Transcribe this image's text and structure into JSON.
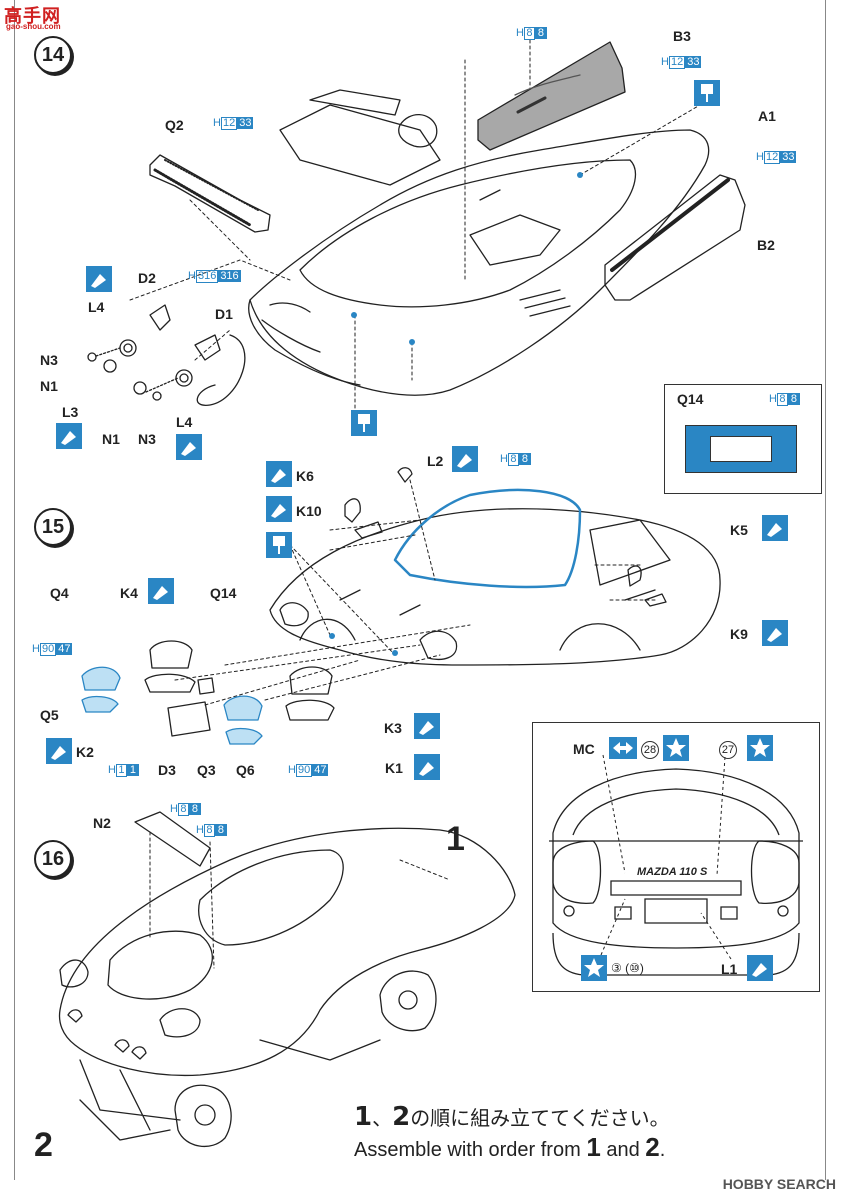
{
  "logo": {
    "text": "高手网",
    "sub": "gao-shou.com"
  },
  "steps": {
    "s14": "14",
    "s15": "15",
    "s16": "16"
  },
  "colors": {
    "accent": "#2a86c4",
    "ink": "#222222",
    "panel": "#a8a8a8"
  },
  "step14": {
    "labels": {
      "b3": "B3",
      "a1": "A1",
      "b2": "B2",
      "q2": "Q2",
      "d2": "D2",
      "d1": "D1",
      "l4a": "L4",
      "l4b": "L4",
      "n3a": "N3",
      "n3b": "N3",
      "n1a": "N1",
      "n1b": "N1",
      "l3": "L3"
    },
    "refs": {
      "top": {
        "prefix": "H",
        "a": "8",
        "b": "8"
      },
      "b3": {
        "prefix": "H",
        "a": "12",
        "b": "33"
      },
      "q2": {
        "prefix": "H",
        "a": "12",
        "b": "33"
      },
      "a1": {
        "prefix": "H",
        "a": "12",
        "b": "33"
      },
      "d": {
        "prefix": "H",
        "a": "316",
        "b": "316"
      }
    },
    "icons": [
      "cement-icon",
      "glue-icon"
    ]
  },
  "inset14": {
    "label": "Q14",
    "ref": {
      "prefix": "H",
      "a": "8",
      "b": "8"
    }
  },
  "step15": {
    "labels": {
      "l2": "L2",
      "k6": "K6",
      "k10": "K10",
      "k5": "K5",
      "k9": "K9",
      "q4": "Q4",
      "k4": "K4",
      "q14": "Q14",
      "q5": "Q5",
      "k2": "K2",
      "d3": "D3",
      "q3": "Q3",
      "q6": "Q6",
      "k3": "K3",
      "k1": "K1"
    },
    "refs": {
      "roof": {
        "prefix": "H",
        "a": "8",
        "b": "8"
      },
      "q4": {
        "prefix": "H",
        "a": "90",
        "b": "47"
      },
      "d3": {
        "prefix": "H",
        "a": "1",
        "b": "1"
      },
      "q6": {
        "prefix": "H",
        "a": "90",
        "b": "47"
      }
    }
  },
  "inset15": {
    "mc": "MC",
    "decal1": "28",
    "decal2": "27",
    "decal3": "③ (⑩)",
    "plate": "MAZDA 110 S",
    "l1": "L1"
  },
  "step16": {
    "labels": {
      "n2": "N2"
    },
    "refs": {
      "n2a": {
        "prefix": "H",
        "a": "8",
        "b": "8"
      },
      "n2b": {
        "prefix": "H",
        "a": "8",
        "b": "8"
      }
    },
    "num1": "1",
    "num2": "2"
  },
  "instructions": {
    "jp_num1": "1",
    "jp_sep": "、",
    "jp_num2": "2",
    "jp_text": "の順に組み立ててください。",
    "en_text": "Assemble with order from",
    "en_num1": "1",
    "en_and": "and",
    "en_num2": "2",
    "en_end": "."
  },
  "watermark": "HOBBY SEARCH"
}
